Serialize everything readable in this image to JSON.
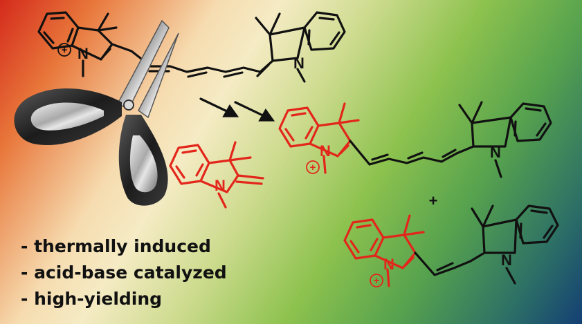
{
  "figure": {
    "colors": {
      "reaction_color": "#e3261b",
      "bond_color": "#111111",
      "background_gradient": [
        "#d42a1c",
        "#f6dcb0",
        "#8dc24e",
        "#56a24e",
        "#143f74"
      ]
    },
    "icons": [
      "scissors-icon",
      "double-arrow-icon",
      "plus-sign"
    ],
    "atom_labels": {
      "nitrogen": "N",
      "positive_charge": "+",
      "plus": "+"
    },
    "bullets": [
      "- thermally induced",
      "- acid-base catalyzed",
      "- high-yielding"
    ]
  }
}
